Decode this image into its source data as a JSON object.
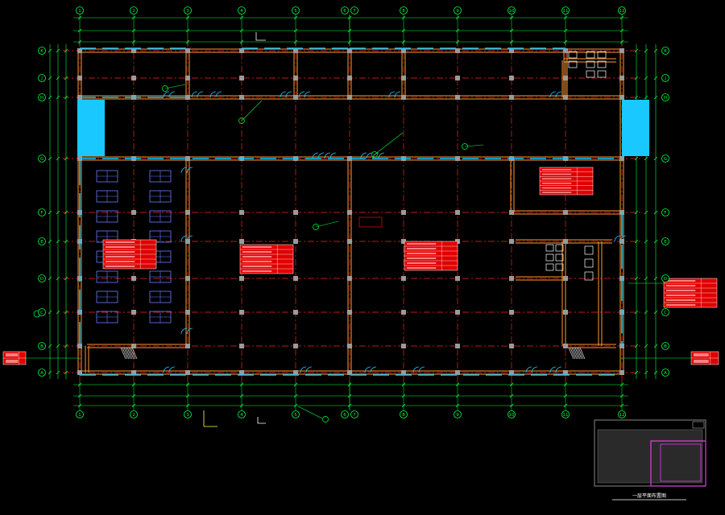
{
  "plan": {
    "col_labels": [
      "1",
      "2",
      "3",
      "4",
      "5",
      "6",
      "7",
      "8",
      "9",
      "10",
      "11",
      "12"
    ],
    "row_labels": [
      "A",
      "B",
      "C",
      "D",
      "E",
      "F",
      "G",
      "H",
      "J",
      "K"
    ],
    "title_block": {
      "title": "一层平面布置图",
      "notes": []
    },
    "colors": {
      "background": "#000000",
      "wall": "#ff9a2e",
      "axis": "#ff2020",
      "dimension": "#00ff40",
      "glazing": "#19c8ff",
      "text": "#ffffff",
      "text_yellow": "#ffff40",
      "table_fill": "#e00000",
      "key_plan": "#e040e0"
    }
  }
}
